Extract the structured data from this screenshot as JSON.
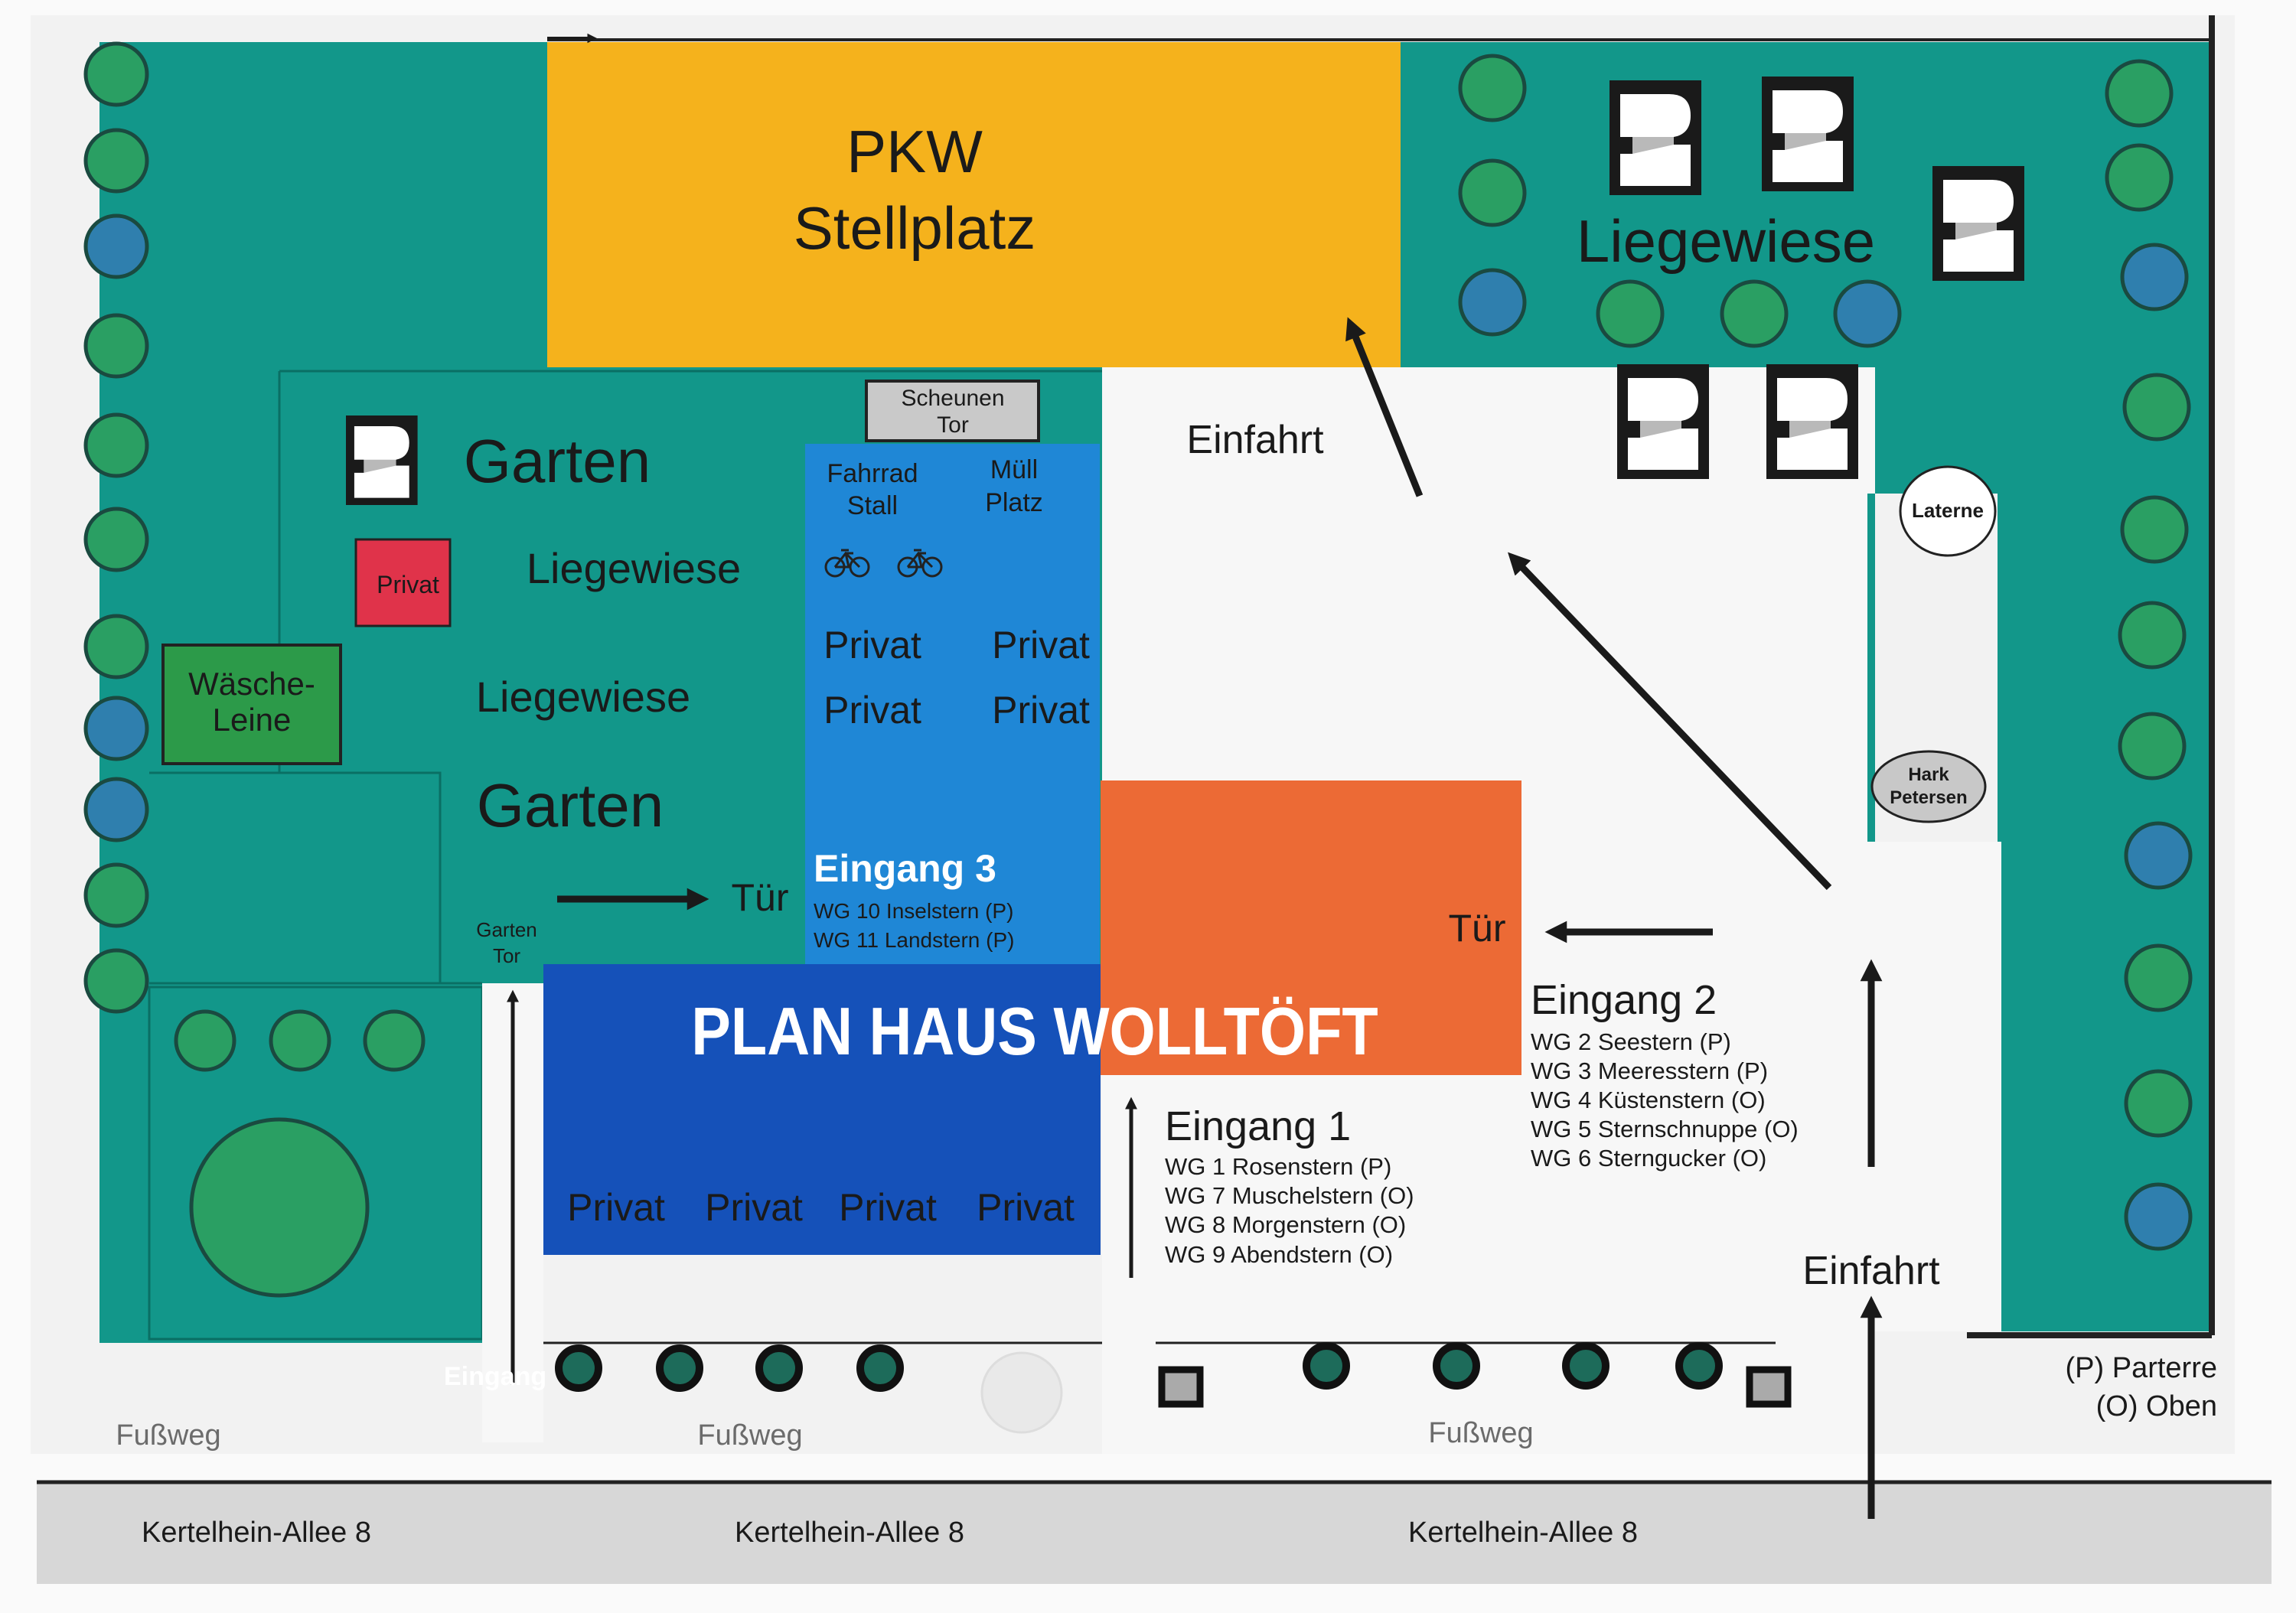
{
  "title": "PLAN HAUS WOLLTÖFT",
  "parking": {
    "line1": "PKW",
    "line2": "Stellplatz"
  },
  "liegewiese_ne": "Liegewiese",
  "einfahrt_top": "Einfahrt",
  "einfahrt_bottom": "Einfahrt",
  "laterne": "Laterne",
  "hark": {
    "line1": "Hark",
    "line2": "Petersen"
  },
  "scheunen_tor": {
    "line1": "Scheunen",
    "line2": "Tor"
  },
  "fahrrad_stall": {
    "line1": "Fahrrad",
    "line2": "Stall"
  },
  "muell_platz": {
    "line1": "Müll",
    "line2": "Platz"
  },
  "garten_top": "Garten",
  "garten_mid": "Garten",
  "liegewiese_1": "Liegewiese",
  "liegewiese_2": "Liegewiese",
  "privat_small": "Privat",
  "waesche": {
    "line1": "Wäsche-",
    "line2": "Leine"
  },
  "garten_tor": {
    "line1": "Garten",
    "line2": "Tor"
  },
  "privat_label": "Privat",
  "tuer_label": "Tür",
  "eingang_small": "Eingang",
  "eingang3": {
    "title": "Eingang 3",
    "units": [
      "WG 10 Inselstern (P)",
      "WG 11 Landstern (P)"
    ]
  },
  "eingang2": {
    "title": "Eingang 2",
    "units": [
      "WG 2 Seestern (P)",
      "WG 3 Meeresstern (P)",
      "WG 4 Küstenstern (O)",
      "WG 5 Sternschnuppe (O)",
      "WG 6 Sterngucker (O)"
    ]
  },
  "eingang1": {
    "title": "Eingang 1",
    "units": [
      "WG 1 Rosenstern (P)",
      "WG 7 Muschelstern (O)",
      "WG 8 Morgenstern (O)",
      "WG 9 Abendstern (O)"
    ]
  },
  "fussweg": "Fußweg",
  "street": "Kertelhein-Allee 8",
  "legend": {
    "line1": "(P) Parterre",
    "line2": "(O) Oben"
  },
  "colors": {
    "teal": "#12978a",
    "teal_dark": "#0e8a7c",
    "gold": "#f5b21c",
    "blue_light": "#1f87d6",
    "blue_dark": "#1551b9",
    "orange": "#ec6a35",
    "red": "#e0334a",
    "green_box": "#2c9a49",
    "tree_green": "#2a9f63",
    "tree_blue": "#2f7fae",
    "road": "#d7d7d7"
  },
  "icons": [
    "beach-chair-icon",
    "bicycle-icon",
    "tree-icon",
    "arrow-icon",
    "lamp-post-icon"
  ]
}
